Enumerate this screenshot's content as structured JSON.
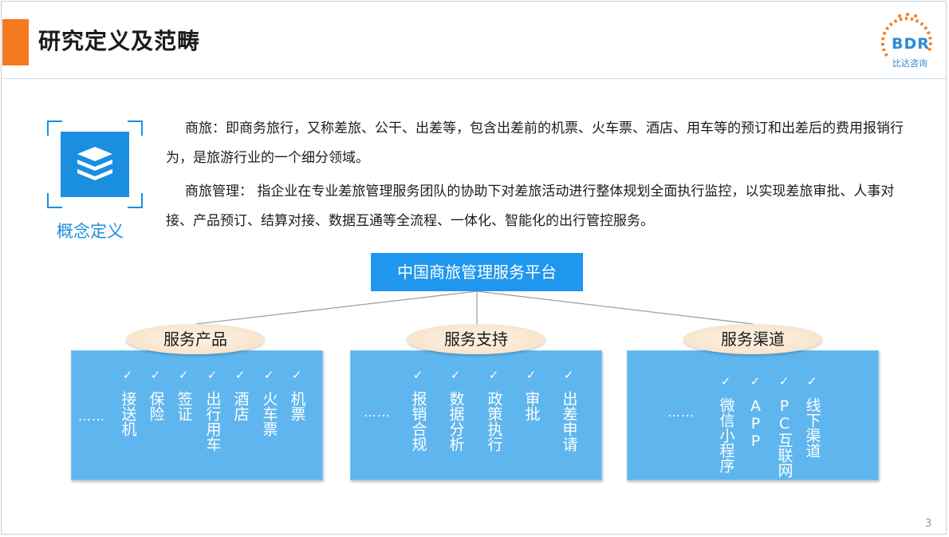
{
  "header": {
    "title": "研究定义及范畴",
    "logo_text": "BDR",
    "logo_sub": "比达咨询"
  },
  "concept": {
    "label": "概念定义",
    "icon": "stack-layers-icon",
    "paragraphs": [
      "商旅：即商务旅行，又称差旅、公干、出差等，包含出差前的机票、火车票、酒店、用车等的预订和出差后的费用报销行为，是旅游行业的一个细分领域。",
      "商旅管理：   指企业在专业差旅管理服务团队的协助下对差旅活动进行整体规划全面执行监控，以实现差旅审批、人事对接、产品预订、结算对接、数据互通等全流程、一体化、智能化的出行管控服务。"
    ]
  },
  "diagram": {
    "platform": "中国商旅管理服务平台",
    "categories": [
      {
        "title": "服务产品",
        "more": "……",
        "items": [
          "接送机",
          "保险",
          "签证",
          "出行用车",
          "酒店",
          "火车票",
          "机票"
        ]
      },
      {
        "title": "服务支持",
        "more": "……",
        "items": [
          "报销合规",
          "数据分析",
          "政策执行",
          "审批",
          "出差申请"
        ]
      },
      {
        "title": "服务渠道",
        "more": "……",
        "items": [
          "微信小程序",
          "APP",
          "PC互联网",
          "线下渠道"
        ]
      }
    ]
  },
  "colors": {
    "accent": "#f47a20",
    "platform_blue": "#1f97ee",
    "panel_blue": "#5fb6ee",
    "label_blue": "#1a8fe0"
  },
  "page_number": "3"
}
